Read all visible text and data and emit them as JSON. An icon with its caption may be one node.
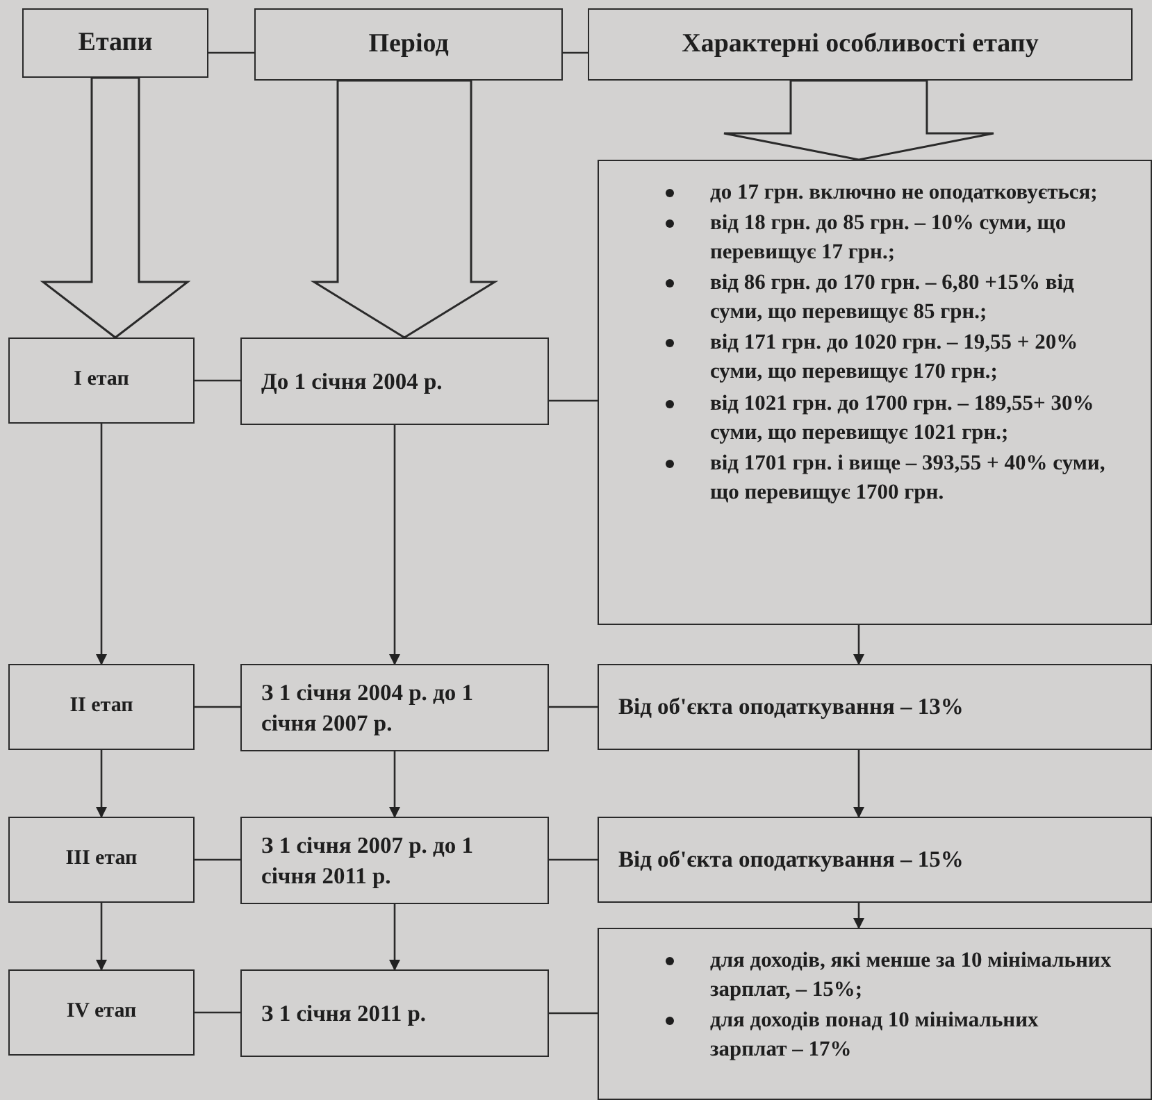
{
  "diagram": {
    "nodes": [
      {
        "text": [
          "Етапи"
        ]
      },
      {
        "text": [
          "Період"
        ]
      },
      {
        "text": [
          "Характерні особливості етапу"
        ]
      },
      {
        "text": [
          "І етап"
        ]
      },
      {
        "text": [
          "До 1 січня 2004 р."
        ]
      },
      {
        "text": [
          "до 17 грн. включно не оподатковується;",
          "від 18 грн. до 85 грн. – 10% суми, що перевищує 17 грн.;",
          "від 86 грн. до 170 грн. – 6,80 +15% від суми, що перевищує 85 грн.;",
          "від 171 грн. до 1020 грн. – 19,55 + 20% суми, що перевищує 170 грн.;",
          "від 1021 грн. до 1700 грн. – 189,55+ 30% суми, що перевищує 1021 грн.;",
          "від 1701 грн. і вище – 393,55 + 40% суми, що перевищує 1700 грн."
        ]
      },
      {
        "text": [
          "ІІ етап"
        ]
      },
      {
        "text": [
          "З 1 січня 2004 р. до 1 січня 2007 р."
        ]
      },
      {
        "text": [
          "Від об'єкта оподаткування – 13%"
        ]
      },
      {
        "text": [
          "ІІІ етап"
        ]
      },
      {
        "text": [
          "З 1 січня 2007 р. до 1 січня 2011 р."
        ]
      },
      {
        "text": [
          "Від об'єкта оподаткування – 15%"
        ]
      },
      {
        "text": [
          "IV етап"
        ]
      },
      {
        "text": [
          "З 1 січня 2011 р."
        ]
      },
      {
        "text": [
          "для доходів, які менше за 10 мінімальних зарплат, – 15%;",
          "для доходів понад 10 мінімальних зарплат – 17%"
        ]
      }
    ],
    "edges": [
      {
        "from": 0,
        "to": 1,
        "arrow": "none"
      },
      {
        "from": 1,
        "to": 2,
        "arrow": "none"
      },
      {
        "from": 0,
        "to": 3,
        "arrow": "to",
        "style": "thick"
      },
      {
        "from": 1,
        "to": 4,
        "arrow": "to",
        "style": "thick"
      },
      {
        "from": 2,
        "to": 5,
        "arrow": "to",
        "style": "thick"
      },
      {
        "from": 3,
        "to": 4,
        "arrow": "none"
      },
      {
        "from": 4,
        "to": 5,
        "arrow": "none"
      },
      {
        "from": 6,
        "to": 7,
        "arrow": "none"
      },
      {
        "from": 7,
        "to": 8,
        "arrow": "none"
      },
      {
        "from": 9,
        "to": 10,
        "arrow": "none"
      },
      {
        "from": 10,
        "to": 11,
        "arrow": "none"
      },
      {
        "from": 12,
        "to": 13,
        "arrow": "none"
      },
      {
        "from": 13,
        "to": 14,
        "arrow": "none"
      },
      {
        "from": 3,
        "to": 6,
        "arrow": "to"
      },
      {
        "from": 6,
        "to": 9,
        "arrow": "to"
      },
      {
        "from": 9,
        "to": 12,
        "arrow": "to"
      },
      {
        "from": 4,
        "to": 7,
        "arrow": "to"
      },
      {
        "from": 7,
        "to": 10,
        "arrow": "to"
      },
      {
        "from": 10,
        "to": 13,
        "arrow": "to"
      },
      {
        "from": 5,
        "to": 8,
        "arrow": "to"
      },
      {
        "from": 8,
        "to": 11,
        "arrow": "to"
      },
      {
        "from": 11,
        "to": 14,
        "arrow": "to"
      }
    ]
  }
}
